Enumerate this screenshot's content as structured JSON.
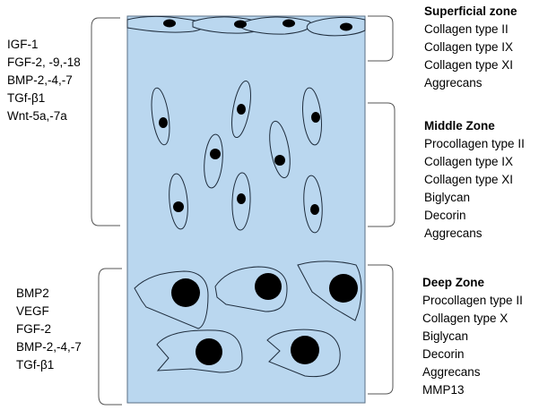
{
  "growth_factors_upper": [
    "IGF-1",
    "FGF-2, -9,-18",
    "BMP-2,-4,-7",
    "TGf-β1",
    "Wnt-5a,-7a"
  ],
  "growth_factors_lower": [
    "BMP2",
    "VEGF",
    "FGF-2",
    "BMP-2,-4,-7",
    "TGf-β1"
  ],
  "zones": {
    "superficial": {
      "title": "Superficial zone",
      "items": [
        "Collagen type II",
        "Collagen type IX",
        "Collagen type XI",
        "Aggrecans"
      ]
    },
    "middle": {
      "title": "Middle Zone",
      "items": [
        "Procollagen type II",
        "Collagen type IX",
        "Collagen type XI",
        "Biglycan",
        "Decorin",
        "Aggrecans"
      ]
    },
    "deep": {
      "title": "Deep Zone",
      "items": [
        "Procollagen type II",
        "Collagen type X",
        "Biglycan",
        "Decorin",
        "Aggrecans",
        "MMP13"
      ]
    }
  },
  "colors": {
    "tissue": "#bad7ef",
    "outline": "#1f2d3d",
    "nucleus": "#000000"
  }
}
